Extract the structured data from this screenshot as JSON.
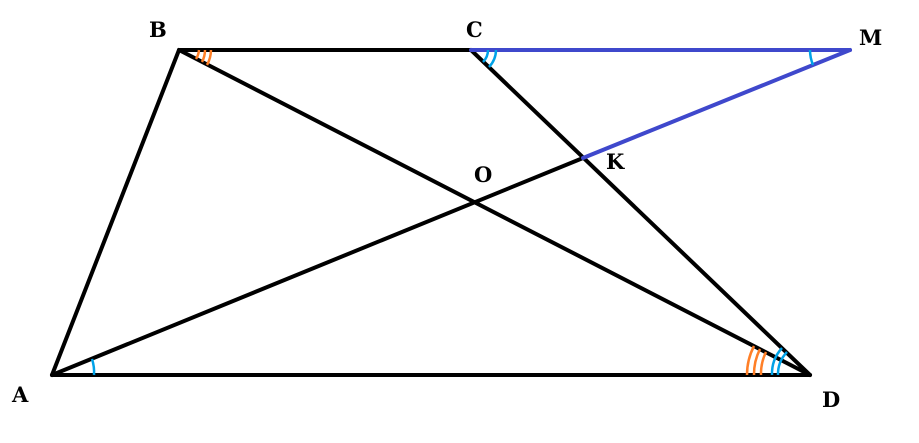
{
  "colors": {
    "black": "#000000",
    "blue": "#3f48cc",
    "cyan": "#00a2e8",
    "orange": "#ff7f27"
  },
  "points": {
    "A": "A",
    "B": "B",
    "C": "C",
    "D": "D",
    "M": "M",
    "O": "O",
    "K": "K"
  }
}
